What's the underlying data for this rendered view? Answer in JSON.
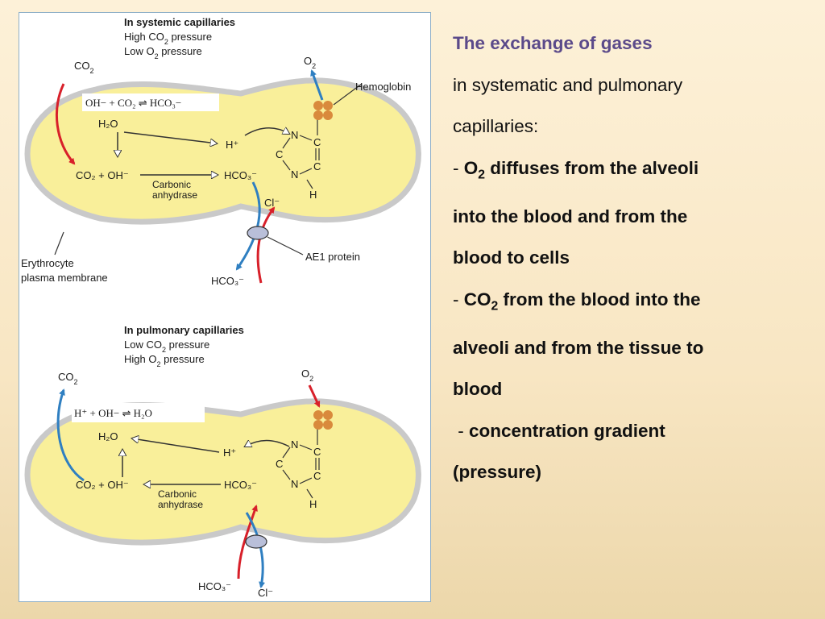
{
  "text_panel": {
    "heading": "The exchange of gases",
    "line1": "in systematic and pulmonary",
    "line2": "capillaries:",
    "bullet1_dash": "- ",
    "bullet1_o": "O",
    "bullet1_sub": "2",
    "bullet1_a": " diffuses from the alveoli",
    "bullet1_b": "into the blood and from the",
    "bullet1_c": "blood to cells",
    "bullet2_dash": "- ",
    "bullet2_co": "CO",
    "bullet2_sub": "2",
    "bullet2_a": " from the blood into the",
    "bullet2_b": "alveoli and from the tissue to",
    "bullet2_c": "blood",
    "bullet3_dash": " - ",
    "bullet3_a": "concentration gradient",
    "bullet3_b": "(pressure)"
  },
  "systemic": {
    "title": "In systemic capillaries",
    "line1": "High CO",
    "line1_sub": "2",
    "line1_rest": " pressure",
    "line2": "Low O",
    "line2_sub": "2",
    "line2_rest": " pressure",
    "co2_in": "CO",
    "co2_in_sub": "2",
    "o2_out": "O",
    "o2_out_sub": "2",
    "hemoglobin": "Hemoglobin",
    "equation": "OH− + CO₂ ⇌ HCO₃−",
    "h2o": "H₂O",
    "hplus": "H⁺",
    "co2_oh": "CO₂ + OH⁻",
    "hco3": "HCO₃⁻",
    "carbonic": "Carbonic",
    "anhydrase": "anhydrase",
    "cl": "Cl⁻",
    "hco3_out": "HCO₃⁻",
    "ae1": "AE1 protein",
    "erythrocyte": "Erythrocyte",
    "membrane": "plasma membrane"
  },
  "pulmonary": {
    "title": "In pulmonary capillaries",
    "line1": "Low CO",
    "line1_sub": "2",
    "line1_rest": " pressure",
    "line2": "High O",
    "line2_sub": "2",
    "line2_rest": " pressure",
    "co2_out": "CO",
    "co2_out_sub": "2",
    "o2_in": "O",
    "o2_in_sub": "2",
    "equation": "H⁺ + OH− ⇌ H₂O",
    "h2o": "H₂O",
    "hplus": "H⁺",
    "co2_oh": "CO₂ + OH⁻",
    "hco3": "HCO₃⁻",
    "carbonic": "Carbonic",
    "anhydrase": "anhydrase",
    "hco3_in": "HCO₃⁻",
    "cl": "Cl⁻"
  },
  "imidazole": {
    "n": "N",
    "c": "C",
    "h": "H"
  },
  "colors": {
    "cell_fill": "#f9ef9a",
    "membrane": "#c9c9c9",
    "red_arrow": "#d8202a",
    "blue_arrow": "#2f7fc1",
    "heme": "#d98a3c"
  }
}
